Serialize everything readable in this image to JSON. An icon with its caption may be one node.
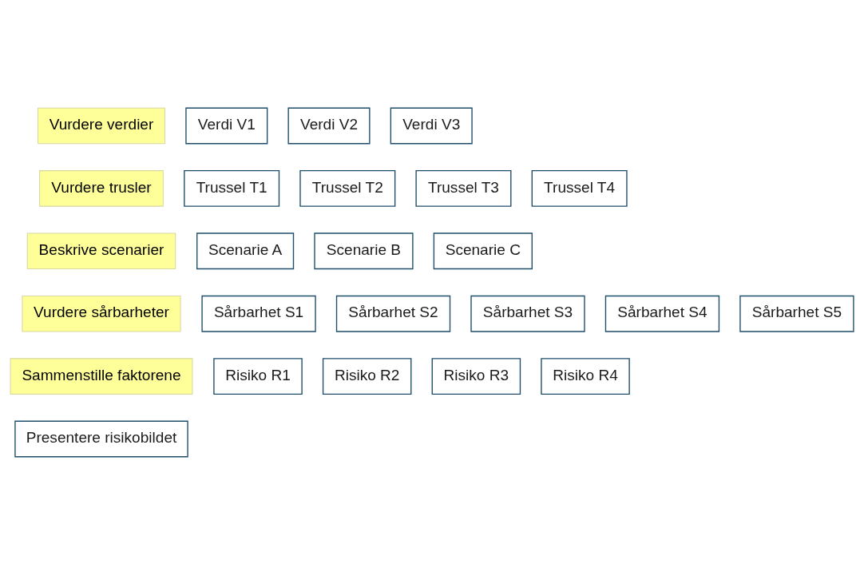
{
  "diagram": {
    "nodes": [
      {
        "text": [
          "Vurdere verdier"
        ]
      },
      {
        "text": [
          "Verdi V1"
        ]
      },
      {
        "text": [
          "Verdi V2"
        ]
      },
      {
        "text": [
          "Verdi V3"
        ]
      },
      {
        "text": [
          "Vurdere trusler"
        ]
      },
      {
        "text": [
          "Trussel T1"
        ]
      },
      {
        "text": [
          "Trussel T2"
        ]
      },
      {
        "text": [
          "Trussel T3"
        ]
      },
      {
        "text": [
          "Trussel T4"
        ]
      },
      {
        "text": [
          "Beskrive scenarier"
        ]
      },
      {
        "text": [
          "Scenarie A"
        ]
      },
      {
        "text": [
          "Scenarie B"
        ]
      },
      {
        "text": [
          "Scenarie C"
        ]
      },
      {
        "text": [
          "Vurdere sårbarheter"
        ]
      },
      {
        "text": [
          "Sårbarhet S1"
        ]
      },
      {
        "text": [
          "Sårbarhet S2"
        ]
      },
      {
        "text": [
          "Sårbarhet S3"
        ]
      },
      {
        "text": [
          "Sårbarhet S4"
        ]
      },
      {
        "text": [
          "Sårbarhet S5"
        ]
      },
      {
        "text": [
          "Sammenstille faktorene"
        ]
      },
      {
        "text": [
          "Risiko R1"
        ]
      },
      {
        "text": [
          "Risiko R2"
        ]
      },
      {
        "text": [
          "Risiko R3"
        ]
      },
      {
        "text": [
          "Risiko R4"
        ]
      },
      {
        "text": [
          "Presentere risikobildet"
        ]
      }
    ]
  }
}
